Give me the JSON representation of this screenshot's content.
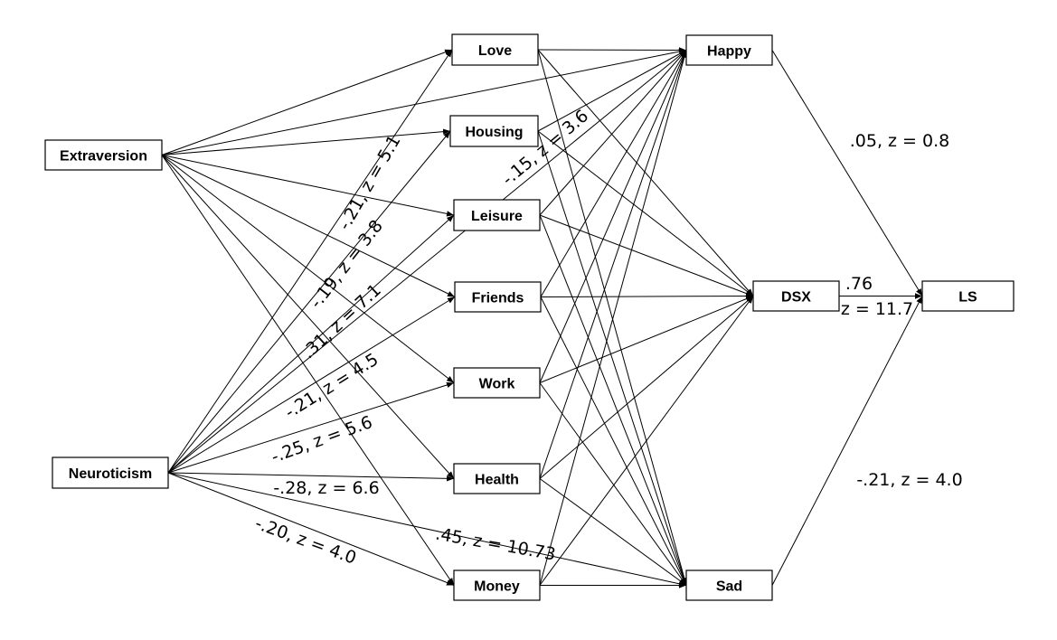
{
  "nodes": {
    "extraversion": "Extraversion",
    "neuroticism": "Neuroticism",
    "love": "Love",
    "housing": "Housing",
    "leisure": "Leisure",
    "friends": "Friends",
    "work": "Work",
    "health": "Health",
    "money": "Money",
    "happy": "Happy",
    "dsx": "DSX",
    "sad": "Sad",
    "ls": "LS"
  },
  "edges": [
    [
      "extraversion",
      "love"
    ],
    [
      "extraversion",
      "happy"
    ],
    [
      "extraversion",
      "housing"
    ],
    [
      "extraversion",
      "leisure"
    ],
    [
      "extraversion",
      "friends"
    ],
    [
      "extraversion",
      "work"
    ],
    [
      "extraversion",
      "health"
    ],
    [
      "extraversion",
      "money"
    ],
    [
      "neuroticism",
      "love"
    ],
    [
      "neuroticism",
      "housing"
    ],
    [
      "neuroticism",
      "happy"
    ],
    [
      "neuroticism",
      "leisure"
    ],
    [
      "neuroticism",
      "friends"
    ],
    [
      "neuroticism",
      "work"
    ],
    [
      "neuroticism",
      "health"
    ],
    [
      "neuroticism",
      "money"
    ],
    [
      "neuroticism",
      "sad"
    ],
    [
      "love",
      "happy"
    ],
    [
      "love",
      "dsx"
    ],
    [
      "love",
      "sad"
    ],
    [
      "housing",
      "happy"
    ],
    [
      "housing",
      "dsx"
    ],
    [
      "housing",
      "sad"
    ],
    [
      "leisure",
      "happy"
    ],
    [
      "leisure",
      "dsx"
    ],
    [
      "leisure",
      "sad"
    ],
    [
      "friends",
      "happy"
    ],
    [
      "friends",
      "dsx"
    ],
    [
      "friends",
      "sad"
    ],
    [
      "work",
      "happy"
    ],
    [
      "work",
      "dsx"
    ],
    [
      "work",
      "sad"
    ],
    [
      "health",
      "happy"
    ],
    [
      "health",
      "dsx"
    ],
    [
      "health",
      "sad"
    ],
    [
      "money",
      "happy"
    ],
    [
      "money",
      "dsx"
    ],
    [
      "money",
      "sad"
    ],
    [
      "happy",
      "ls"
    ],
    [
      "dsx",
      "ls"
    ],
    [
      "sad",
      "ls"
    ]
  ],
  "edge_labels": {
    "n_love": "-.21, z = 5.1",
    "n_housing": "-.19, z = 3.8",
    "n_happy": "-.15, z = 3.6",
    "n_leisure": ".31, z = 7.1",
    "n_friends": "-.21, z = 4.5",
    "n_work": "-.25, z = 5.6",
    "n_health": "-.28, z = 6.6",
    "n_money": "-.20, z = 4.0",
    "n_sad": ".45, z = 10.73",
    "happy_ls": ".05, z = 0.8",
    "dsx_ls_beta": ".76",
    "dsx_ls_z": "z = 11.7",
    "sad_ls": "-.21, z = 4.0"
  }
}
